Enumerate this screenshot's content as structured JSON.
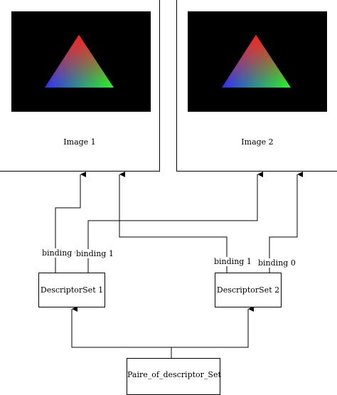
{
  "images": [
    {
      "label": "Image 1"
    },
    {
      "label": "Image 2"
    }
  ],
  "descriptor_sets": [
    {
      "label": "DescriptorSet 1"
    },
    {
      "label": "DescriptorSet 2"
    }
  ],
  "root": {
    "label": "Paire_of_descriptor_Set"
  },
  "bindings": {
    "set1_binding0": "binding 0",
    "set1_binding1": "binding 1",
    "set2_binding1": "binding 1",
    "set2_binding0": "binding 0"
  },
  "colors": {
    "background": "#ffffff",
    "line": "#000000",
    "viewport": "#000000",
    "triangle_top": "#ff2020",
    "triangle_left": "#2a2cff",
    "triangle_right": "#20ff20"
  }
}
